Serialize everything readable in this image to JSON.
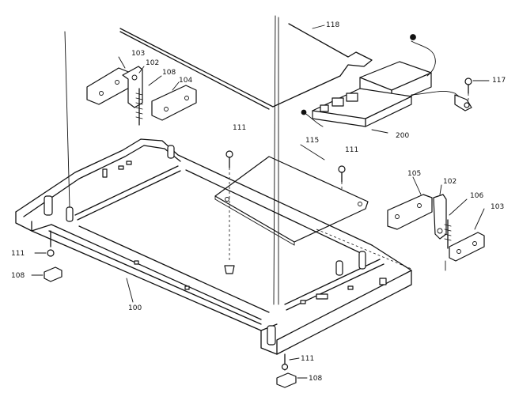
{
  "labels": {
    "l118": "118",
    "l103a": "103",
    "l102a": "102",
    "l108a": "108",
    "l104": "104",
    "l117": "117",
    "l111a": "111",
    "l115": "115",
    "l111b": "111",
    "l200": "200",
    "l105": "105",
    "l102b": "102",
    "l106": "106",
    "l103b": "103",
    "l111c": "111",
    "l108b": "108",
    "l100": "100",
    "l111d": "111",
    "l108c": "108"
  }
}
